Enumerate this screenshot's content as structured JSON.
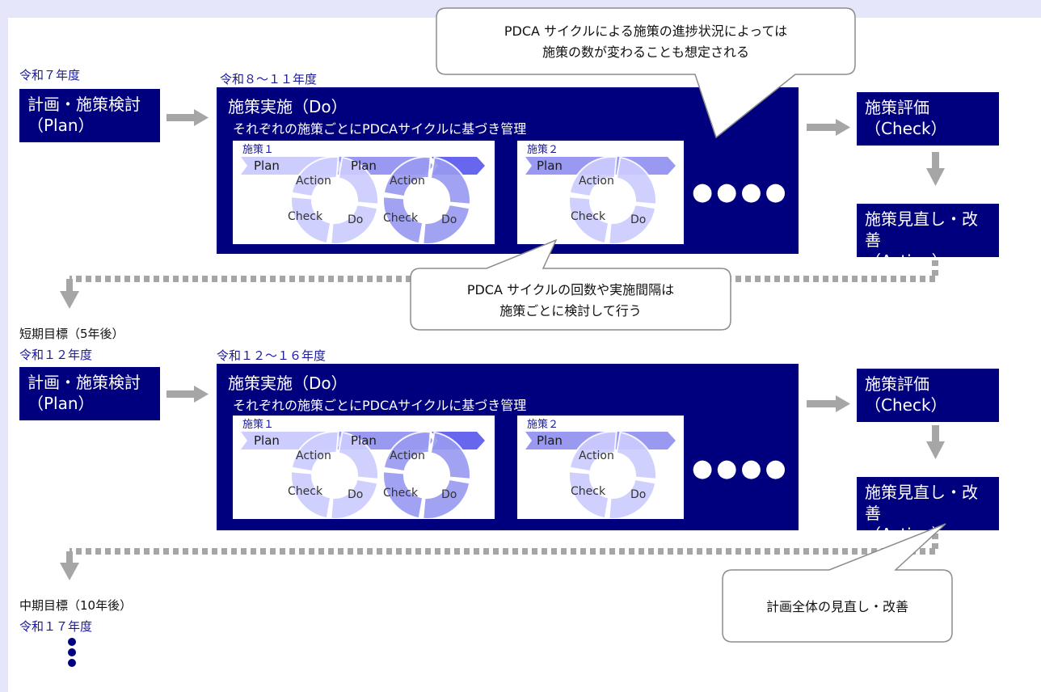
{
  "rows": [
    {
      "plan_year": "令和７年度",
      "plan_box": "計画・施策検討\n（Plan）",
      "do_year": "令和８～１１年度",
      "do_title": "施策実施（Do）",
      "do_subtitle": "それぞれの施策ごとにPDCAサイクルに基づき管理",
      "measure1_title": "施策１",
      "measure2_title": "施策２",
      "labels": {
        "plan": "Plan",
        "action": "Action",
        "check": "Check",
        "do": "Do"
      },
      "ellipsis": "●●●●",
      "check_box": "施策評価\n（Check）",
      "action_box": "施策見直し・改善\n（Action）"
    },
    {
      "plan_year": "令和１２年度",
      "plan_box": "計画・施策検討\n（Plan）",
      "do_year": "令和１２～１６年度",
      "do_title": "施策実施（Do）",
      "do_subtitle": "それぞれの施策ごとにPDCAサイクルに基づき管理",
      "measure1_title": "施策１",
      "measure2_title": "施策２",
      "labels": {
        "plan": "Plan",
        "action": "Action",
        "check": "Check",
        "do": "Do"
      },
      "ellipsis": "●●●●",
      "check_box": "施策評価\n（Check）",
      "action_box": "施策見直し・改善\n（Action）"
    }
  ],
  "goals": {
    "short_term": "短期目標（5年後）",
    "mid_term": "中期目標（10年後）",
    "final_year": "令和１７年度"
  },
  "callouts": {
    "top": [
      "PDCA サイクルによる施策の進捗状況によっては",
      "施策の数が変わることも想定される"
    ],
    "middle": [
      "PDCA サイクルの回数や実施間隔は",
      "施策ごとに検討して行う"
    ],
    "bottom": [
      "計画全体の見直し・改善"
    ]
  },
  "colors": {
    "navy": "#00007f",
    "year_text": "#1a1a99",
    "arrow_gray": "#a6a6a6",
    "cycle_light": "#ccccff",
    "cycle_mid": "#9999f2",
    "cycle_dark": "#6666ee"
  }
}
